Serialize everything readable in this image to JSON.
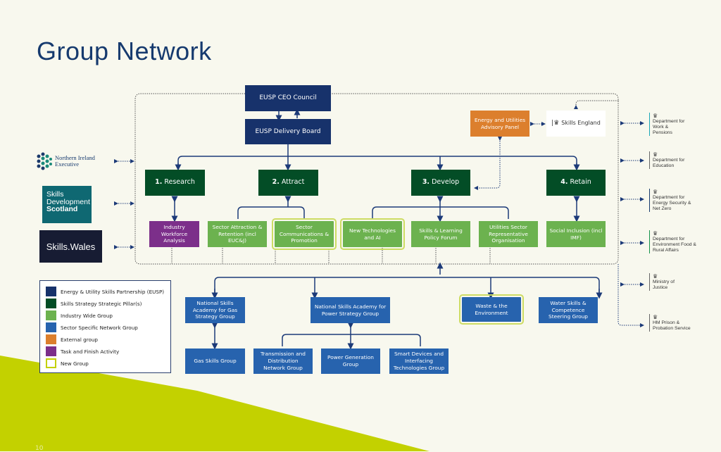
{
  "title": "Group Network",
  "page_number": "10",
  "colors": {
    "eusp": "#17326b",
    "pillar": "#034d26",
    "industry_wide": "#6cb24f",
    "sector_specific": "#2763ae",
    "external": "#dc7f2d",
    "task_finish": "#7c2f8a",
    "new_group_outline": "#cddc63",
    "accent_lime": "#c3d100"
  },
  "eusp": {
    "ceo_council": "EUSP CEO Council",
    "delivery_board": "EUSP Delivery Board"
  },
  "external": {
    "advisory_panel": "Energy and Utilities Advisory Panel",
    "skills_england": "Skills England"
  },
  "pillars": [
    {
      "num": "1.",
      "label": "Research"
    },
    {
      "num": "2.",
      "label": "Attract"
    },
    {
      "num": "3.",
      "label": "Develop"
    },
    {
      "num": "4.",
      "label": "Retain"
    }
  ],
  "groups": {
    "industry_workforce": "Industry Workforce Analysis",
    "sector_attraction": "Sector Attraction & Retention (incl EUC&J)",
    "sector_comms": "Sector Communications & Promotion",
    "new_tech": "New Technologies and AI",
    "skills_learning": "Skills & Learning Policy Forum",
    "utilities_sector": "Utilities Sector Representative Organisation",
    "social_inclusion": "Social Inclusion (incl IMF)"
  },
  "sector_groups": {
    "nsa_gas": "National Skills Academy for Gas Strategy Group",
    "nsa_power": "National Skills Academy for Power Strategy Group",
    "waste": "Waste & the Environment",
    "water": "Water Skills & Competence Steering Group",
    "gas_skills": "Gas Skills Group",
    "transmission": "Transmission and Distribution Network Group",
    "power_gen": "Power Generation Group",
    "smart_devices": "Smart Devices and Interfacing Technologies Group"
  },
  "devolved": {
    "ni": "Northern Ireland Executive",
    "sds": [
      "Skills",
      "Development",
      "Scotland"
    ],
    "wales": "Skills.Wales"
  },
  "departments": [
    "Department for Work & Pensions",
    "Department for Education",
    "Department for Energy Security & Net Zero",
    "Department for Environment Food & Rural Affairs",
    "Ministry of Justice",
    "HM Prison & Probation Service"
  ],
  "legend": [
    {
      "label": "Energy & Utility Skills Partnership (EUSP)",
      "color": "#17326b"
    },
    {
      "label": "Skills Strategy Strategic Pillar(s)",
      "color": "#034d26"
    },
    {
      "label": "Industry Wide Group",
      "color": "#6cb24f"
    },
    {
      "label": "Sector Specific Network Group",
      "color": "#2763ae"
    },
    {
      "label": "External group",
      "color": "#dc7f2d"
    },
    {
      "label": "Task and Finish Activity",
      "color": "#7c2f8a"
    },
    {
      "label": "New Group",
      "color": "#ffffff"
    }
  ]
}
